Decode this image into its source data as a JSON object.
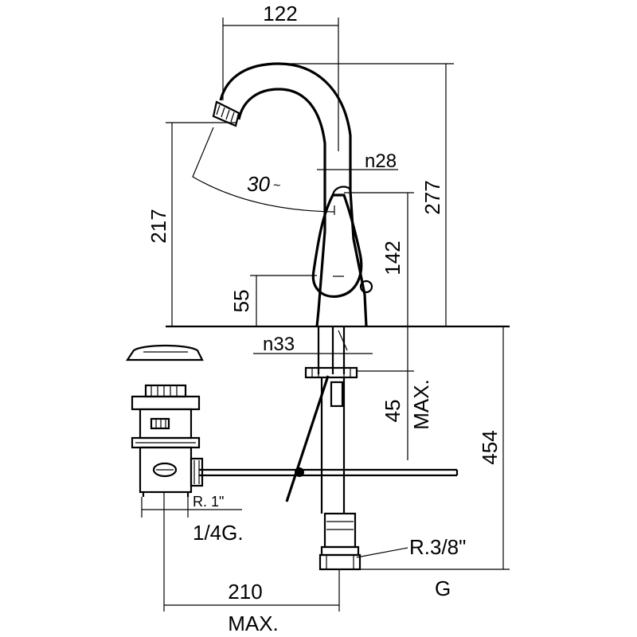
{
  "drawing": {
    "dimensions": {
      "spout_reach": "122",
      "spout_diameter": "n28",
      "swivel_angle": "30",
      "swivel_angle_suffix": "~",
      "outlet_height": "217",
      "total_height": "277",
      "handle_height": "142",
      "body_height": "55",
      "shank_diameter": "n33",
      "deck_max": "45",
      "deck_max_label": "MAX.",
      "below_deck": "454",
      "waste_thread": "R. 1\"",
      "waste_connection": "1/4G.",
      "rod_length": "210",
      "rod_max_label": "MAX.",
      "supply_thread": "R.3/8\"",
      "supply_suffix": "G"
    }
  }
}
